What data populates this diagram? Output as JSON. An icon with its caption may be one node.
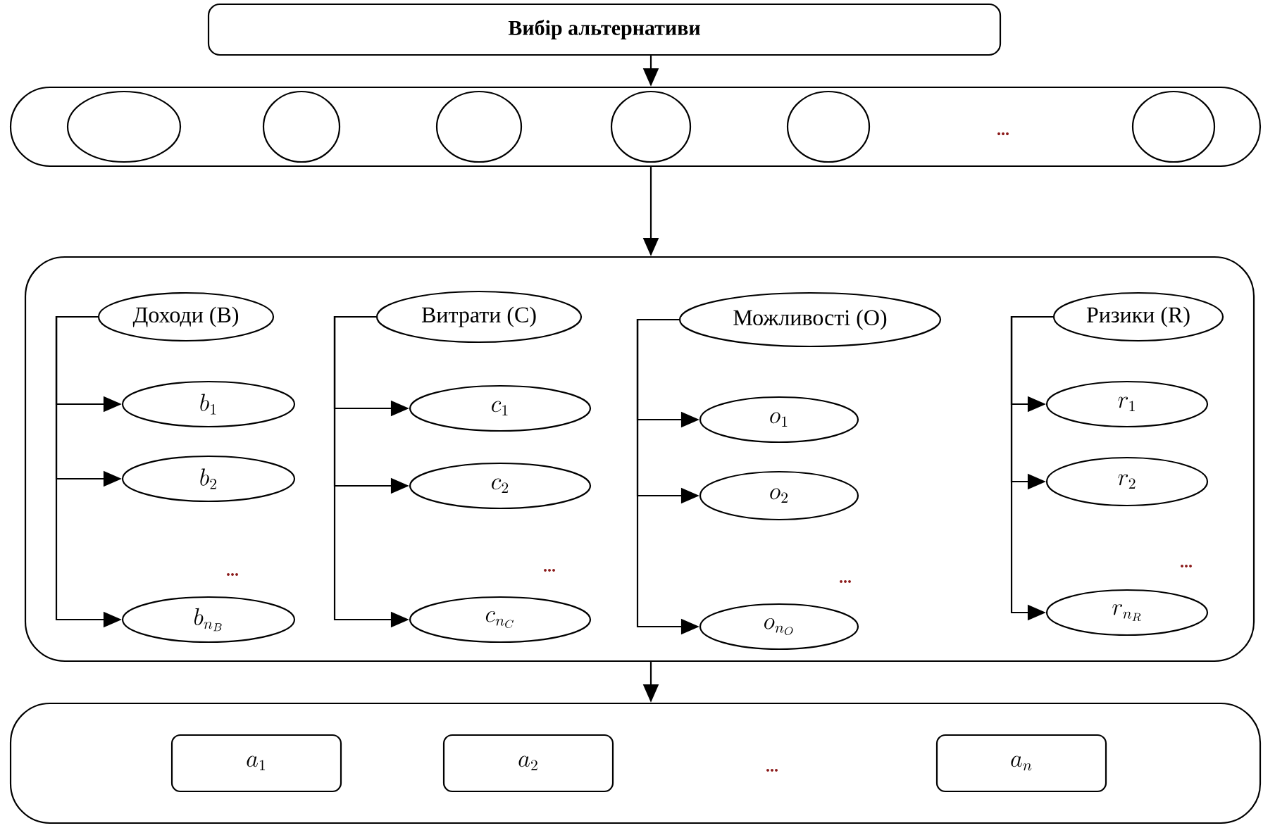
{
  "diagram": {
    "nodes": [
      {
        "text": [
          "Вибір альтернативи"
        ]
      },
      {
        "text": [],
        "shape": "box"
      },
      {
        "text": [],
        "shape": "circle",
        "in": 1
      },
      {
        "text": [],
        "shape": "circle",
        "in": 1
      },
      {
        "text": [],
        "shape": "circle",
        "in": 1
      },
      {
        "text": [],
        "shape": "circle",
        "in": 1
      },
      {
        "text": [],
        "shape": "circle",
        "in": 1
      },
      {
        "text": [],
        "shape": "circle",
        "in": 1
      },
      {
        "text": [],
        "shape": "box"
      },
      {
        "text": [
          "Доходи (B)"
        ],
        "in": 8
      },
      {
        "text": [
          "b_1"
        ],
        "in": 8
      },
      {
        "text": [
          "b_2"
        ],
        "in": 8
      },
      {
        "text": [
          "b_{n_B}"
        ],
        "in": 8
      },
      {
        "text": [
          "Витрати (C)"
        ],
        "in": 8
      },
      {
        "text": [
          "c_1"
        ],
        "in": 8
      },
      {
        "text": [
          "c_2"
        ],
        "in": 8
      },
      {
        "text": [
          "c_{n_C}"
        ],
        "in": 8
      },
      {
        "text": [
          "Можливості (O)"
        ],
        "in": 8
      },
      {
        "text": [
          "o_1"
        ],
        "in": 8
      },
      {
        "text": [
          "o_2"
        ],
        "in": 8
      },
      {
        "text": [
          "o_{n_O}"
        ],
        "in": 8
      },
      {
        "text": [
          "Ризики (R)"
        ],
        "in": 8
      },
      {
        "text": [
          "r_1"
        ],
        "in": 8
      },
      {
        "text": [
          "r_2"
        ],
        "in": 8
      },
      {
        "text": [
          "r_{n_R}"
        ],
        "in": 8
      },
      {
        "text": [],
        "shape": "box"
      },
      {
        "text": [
          "a_1"
        ],
        "in": 25
      },
      {
        "text": [
          "a_2"
        ],
        "in": 25
      },
      {
        "text": [
          "a_n"
        ],
        "in": 25
      }
    ],
    "edges": [
      {
        "from": 0,
        "to": 1,
        "arrow": "to"
      },
      {
        "from": 1,
        "to": 8,
        "arrow": "to"
      },
      {
        "from": 8,
        "to": 25,
        "arrow": "to"
      },
      {
        "from": 9,
        "to": 10,
        "arrow": "to"
      },
      {
        "from": 9,
        "to": 11,
        "arrow": "to"
      },
      {
        "from": 9,
        "to": 12,
        "arrow": "to"
      },
      {
        "from": 13,
        "to": 14,
        "arrow": "to"
      },
      {
        "from": 13,
        "to": 15,
        "arrow": "to"
      },
      {
        "from": 13,
        "to": 16,
        "arrow": "to"
      },
      {
        "from": 17,
        "to": 18,
        "arrow": "to"
      },
      {
        "from": 17,
        "to": 19,
        "arrow": "to"
      },
      {
        "from": 17,
        "to": 20,
        "arrow": "to"
      },
      {
        "from": 21,
        "to": 22,
        "arrow": "to"
      },
      {
        "from": 21,
        "to": 23,
        "arrow": "to"
      },
      {
        "from": 21,
        "to": 24,
        "arrow": "to"
      }
    ],
    "labels": [
      "...",
      "...",
      "...",
      "...",
      "...",
      "..."
    ]
  }
}
